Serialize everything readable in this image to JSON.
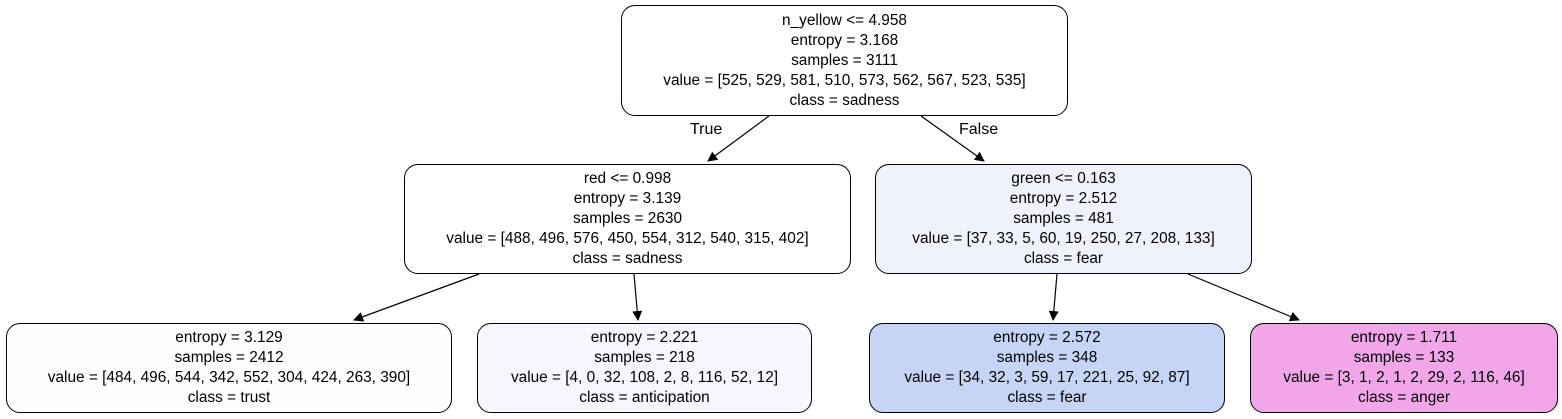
{
  "tree": {
    "nodes": {
      "root": {
        "split": "n_yellow <= 4.958",
        "entropy": "entropy = 3.168",
        "samples": "samples = 3111",
        "value": "value = [525, 529, 581, 510, 573, 562, 567, 523, 535]",
        "class": "class = sadness",
        "fill": "#ffffff"
      },
      "left": {
        "split": "red <= 0.998",
        "entropy": "entropy = 3.139",
        "samples": "samples = 2630",
        "value": "value = [488, 496, 576, 450, 554, 312, 540, 315, 402]",
        "class": "class = sadness",
        "fill": "#ffffff"
      },
      "right": {
        "split": "green <= 0.163",
        "entropy": "entropy = 2.512",
        "samples": "samples = 481",
        "value": "value = [37, 33, 5, 60, 19, 250, 27, 208, 133]",
        "class": "class = fear",
        "fill": "#eff2fd"
      },
      "ll": {
        "entropy": "entropy = 3.129",
        "samples": "samples = 2412",
        "value": "value = [484, 496, 544, 342, 552, 304, 424, 263, 390]",
        "class": "class = trust",
        "fill": "#fefefe"
      },
      "lr": {
        "entropy": "entropy = 2.221",
        "samples": "samples = 218",
        "value": "value = [4, 0, 32, 108, 2, 8, 116, 52, 12]",
        "class": "class = anticipation",
        "fill": "#f8f5fe"
      },
      "rl": {
        "entropy": "entropy = 2.572",
        "samples": "samples = 348",
        "value": "value = [34, 32, 3, 59, 17, 221, 25, 92, 87]",
        "class": "class = fear",
        "fill": "#c6d5f6"
      },
      "rr": {
        "entropy": "entropy = 1.711",
        "samples": "samples = 133",
        "value": "value = [3, 1, 2, 1, 2, 29, 2, 116, 46]",
        "class": "class = anger",
        "fill": "#f1a6ea"
      }
    },
    "edges": {
      "true_label": "True",
      "false_label": "False"
    }
  }
}
